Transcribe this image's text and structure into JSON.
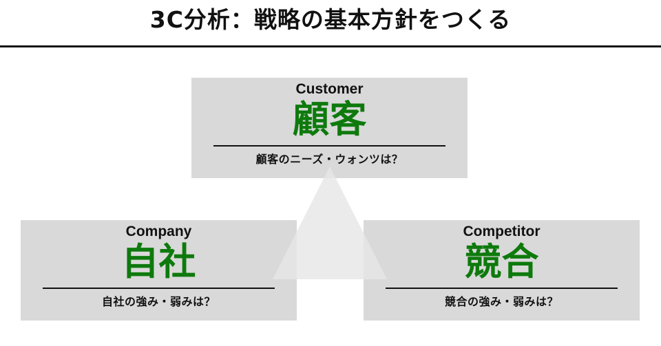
{
  "title": "3C分析：戦略の基本方針をつくる",
  "colors": {
    "accent_green": "#0e7a0d",
    "box_gray": "#d9d9d9",
    "triangle_gray": "#e6e6e6"
  },
  "boxes": {
    "customer": {
      "label_en": "Customer",
      "label_ja": "顧客",
      "question": "顧客のニーズ・ウォンツは？"
    },
    "company": {
      "label_en": "Company",
      "label_ja": "自社",
      "question": "自社の強み・弱みは？"
    },
    "competitor": {
      "label_en": "Competitor",
      "label_ja": "競合",
      "question": "競合の強み・弱みは？"
    }
  }
}
